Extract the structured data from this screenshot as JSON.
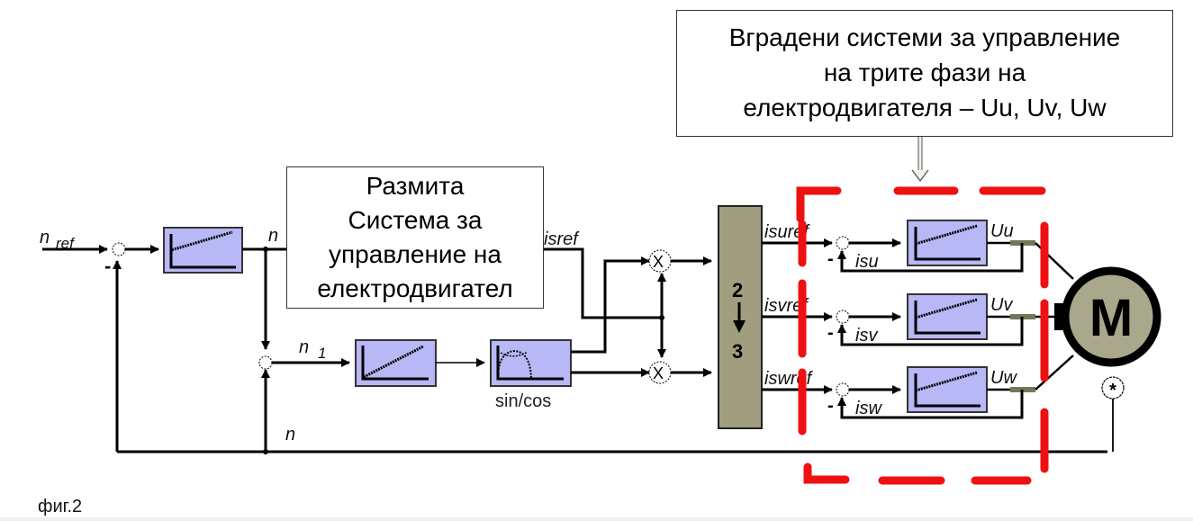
{
  "diagram": {
    "title_caption": "фиг.2",
    "colors": {
      "block_fill": "#b7b8f5",
      "converter_fill": "#a09e7f",
      "motor_fill": "#a9a78c",
      "highlight_dash": "#ee1111",
      "wire": "#000000"
    },
    "annotations": {
      "fuzzy_system": {
        "lines": [
          "Размита",
          "Система за",
          "управление на",
          "електродвигател"
        ]
      },
      "embedded_systems": {
        "lines": [
          "Вградени системи за управление",
          "на трите фази на",
          "електродвигателя – Uu, Uv, Uw"
        ]
      }
    },
    "signals": {
      "n_ref_main": "n",
      "n_ref_sub": "ref",
      "n_after_reg": "n",
      "n1_main": "n",
      "n1_sub": "1",
      "n_feedback": "n",
      "isref": "isref",
      "isuref": "isuref",
      "isvref": "isvref",
      "iswref": "iswref",
      "isu": "isu",
      "isv": "isv",
      "isw": "isw",
      "Uu": "Uu",
      "Uv": "Uv",
      "Uw": "Uw",
      "minus": "-"
    },
    "blocks": {
      "speed_controller": "ramp-regulator",
      "integrator": "integrator",
      "sincos_label": "sin/cos",
      "converter_top": "2",
      "converter_bottom": "3",
      "motor_label": "M",
      "phase_controllers": [
        "u",
        "v",
        "w"
      ]
    },
    "icons": {
      "multiplier": "X",
      "encoder": "*"
    }
  }
}
